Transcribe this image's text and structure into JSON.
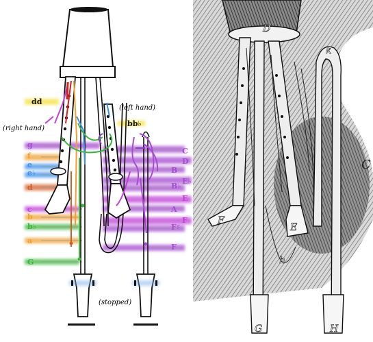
{
  "schematic": {
    "left_hand_label": "(left hand)",
    "right_hand_label": "(right hand)",
    "stopped_label": "(stopped)",
    "chanter_bell_labels": [
      "dd",
      "bb♭"
    ],
    "left_chanter_notes": [
      {
        "label": "g",
        "color": "#a64bd1"
      },
      {
        "label": "f",
        "color": "#f0a030"
      },
      {
        "label": "e",
        "color": "#3a8fe8"
      },
      {
        "label": "e♭",
        "color": "#3a8fe8"
      },
      {
        "label": "d",
        "color": "#d0602a"
      },
      {
        "label": "c",
        "color": "#c040d8"
      },
      {
        "label": "b",
        "color": "#f0a030"
      },
      {
        "label": "b♭",
        "color": "#3cb53c"
      },
      {
        "label": "a",
        "color": "#f0a030"
      },
      {
        "label": "G",
        "color": "#3cb53c"
      }
    ],
    "right_chanter_notes": [
      {
        "label": "C",
        "color": "#a64bd1"
      },
      {
        "label": "D",
        "color": "#a64bd1"
      },
      {
        "label": "B",
        "color": "#a64bd1"
      },
      {
        "label": "E♭",
        "color": "#a64bd1"
      },
      {
        "label": "B♭",
        "color": "#a64bd1"
      },
      {
        "label": "E",
        "color": "#c040d8"
      },
      {
        "label": "A",
        "color": "#a64bd1"
      },
      {
        "label": "F",
        "color": "#c040d8"
      },
      {
        "label": "F♯",
        "color": "#a64bd1"
      },
      {
        "label": "F",
        "color": "#a64bd1"
      }
    ]
  },
  "engraving": {
    "letters": [
      "D",
      "k",
      "F",
      "E",
      "h",
      "G",
      "H",
      "C"
    ]
  }
}
